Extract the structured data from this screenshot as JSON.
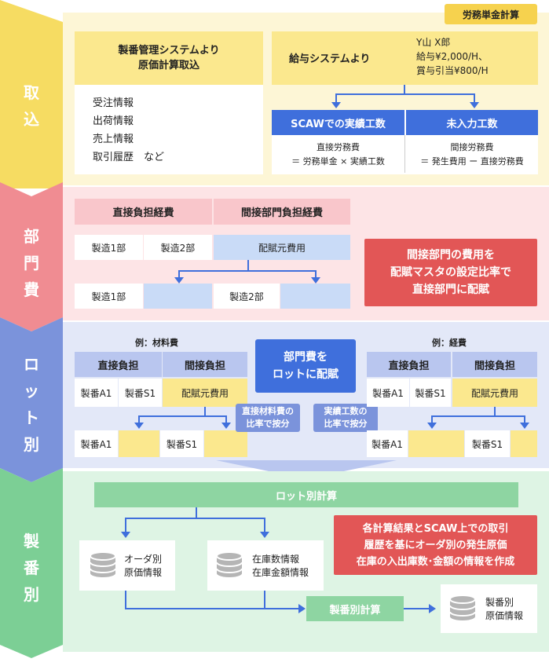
{
  "colors": {
    "yellow_panel": "#fdf6d6",
    "yellow_box": "#fbe88e",
    "yellow_chev": "#f6dc62",
    "pink_panel": "#fde4e6",
    "pink_box": "#f9c6cb",
    "pink_chev": "#f08c92",
    "blue_panel": "#e3e8f8",
    "blue_box": "#b9c6ef",
    "blue_chev": "#7b93db",
    "blue_accent": "#3f6fdc",
    "green_panel": "#def4e4",
    "green_box": "#8ed5a2",
    "green_chev": "#7ccf95",
    "red_note": "#e25656"
  },
  "sections": {
    "intake": {
      "label": [
        "取",
        "込"
      ]
    },
    "department": {
      "label": [
        "部",
        "門",
        "費"
      ]
    },
    "lot": {
      "label": [
        "ロ",
        "ッ",
        "ト",
        "別"
      ]
    },
    "product": {
      "label": [
        "製",
        "番",
        "別"
      ]
    }
  },
  "intake": {
    "labor_rate_tag": "労務単金計算",
    "mfg_box_title": [
      "製番管理システムより",
      "原価計算取込"
    ],
    "mfg_items": [
      "受注情報",
      "出荷情報",
      "売上情報",
      "取引履歴　など"
    ],
    "salary_box_title": "給与システムより",
    "salary_example": [
      "Y山 X郎",
      "給与¥2,000/H、",
      "賞与引当¥800/H"
    ],
    "scaw_actual": "SCAWでの実績工数",
    "unentered": "未入力工数",
    "direct_labor": [
      "直接労務費",
      "＝ 労務単金 × 実績工数"
    ],
    "indirect_labor": [
      "間接労務費",
      "＝ 発生費用 ー 直接労務費"
    ]
  },
  "department": {
    "direct_header": "直接負担経費",
    "indirect_header": "間接部門負担経費",
    "row1": [
      "製造1部",
      "製造2部",
      "配賦元費用"
    ],
    "row2": [
      "製造1部",
      "製造2部"
    ],
    "note": [
      "間接部門の費用を",
      "配賦マスタの設定比率で",
      "直接部門に配賦"
    ]
  },
  "lot": {
    "left_caption": "例：材料費",
    "right_caption": "例：経費",
    "direct": "直接負担",
    "indirect": "間接負担",
    "prod_a1": "製番A1",
    "prod_s1": "製番S1",
    "alloc_source": "配賦元費用",
    "center_badge": [
      "部門費を",
      "ロットに配賦"
    ],
    "material_tag": [
      "直接材料費の",
      "比率で按分"
    ],
    "hours_tag": [
      "実績工数の",
      "比率で按分"
    ]
  },
  "product": {
    "lot_calc": "ロット別計算",
    "order_cost": [
      "オーダ別",
      "原価情報"
    ],
    "inventory": [
      "在庫数情報",
      "在庫金額情報"
    ],
    "product_calc": "製番別計算",
    "product_cost": [
      "製番別",
      "原価情報"
    ],
    "note": [
      "各計算結果とSCAW上での取引",
      "履歴を基にオーダ別の発生原価",
      "在庫の入出庫数･金額の情報を作成"
    ]
  }
}
